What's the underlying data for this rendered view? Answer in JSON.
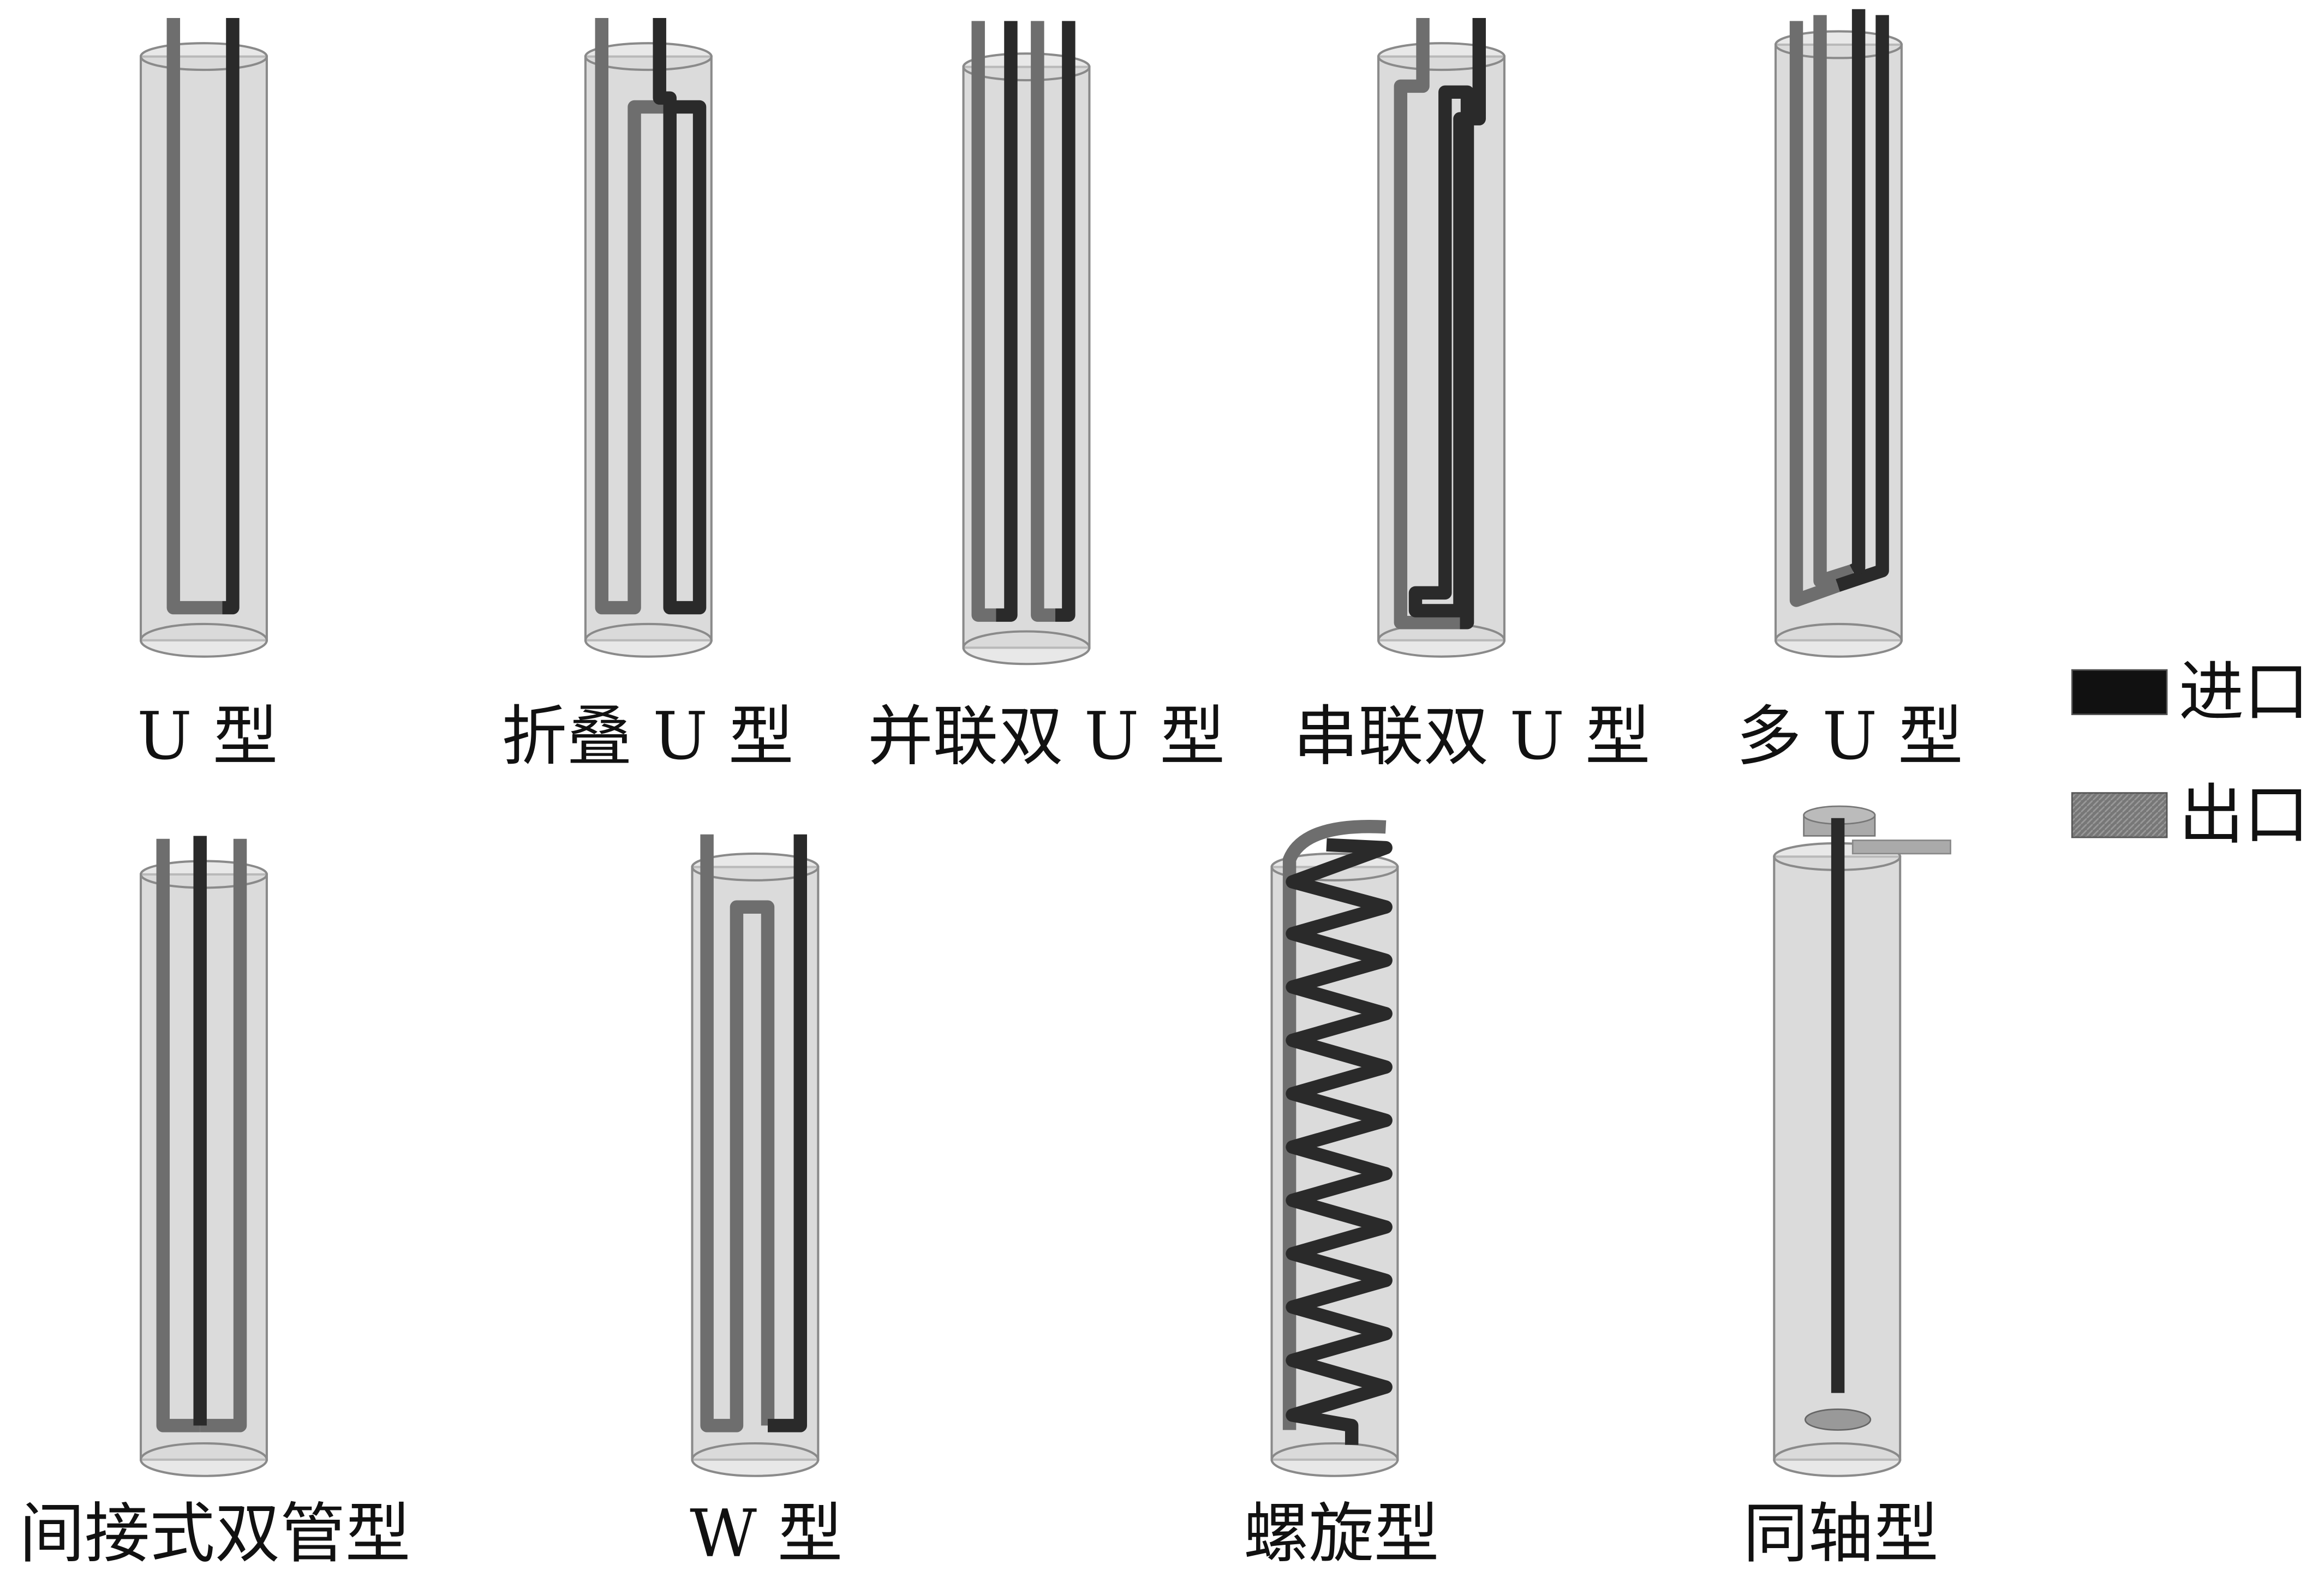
{
  "title": "Borehole heat exchanger types",
  "colors": {
    "inlet": "#1a1a1a",
    "outlet": "#6e6e6e",
    "borehole": "#bdbdbd"
  },
  "types": [
    {
      "label": "U 型"
    },
    {
      "label": "折叠 U 型"
    },
    {
      "label": "并联双 U 型"
    },
    {
      "label": "串联双 U 型"
    },
    {
      "label": "多 U 型"
    },
    {
      "label": "间接式双管型"
    },
    {
      "label": "W 型"
    },
    {
      "label": "螺旋型"
    },
    {
      "label": "同轴型"
    }
  ],
  "legend": {
    "inlet": "进口",
    "outlet": "出口"
  }
}
